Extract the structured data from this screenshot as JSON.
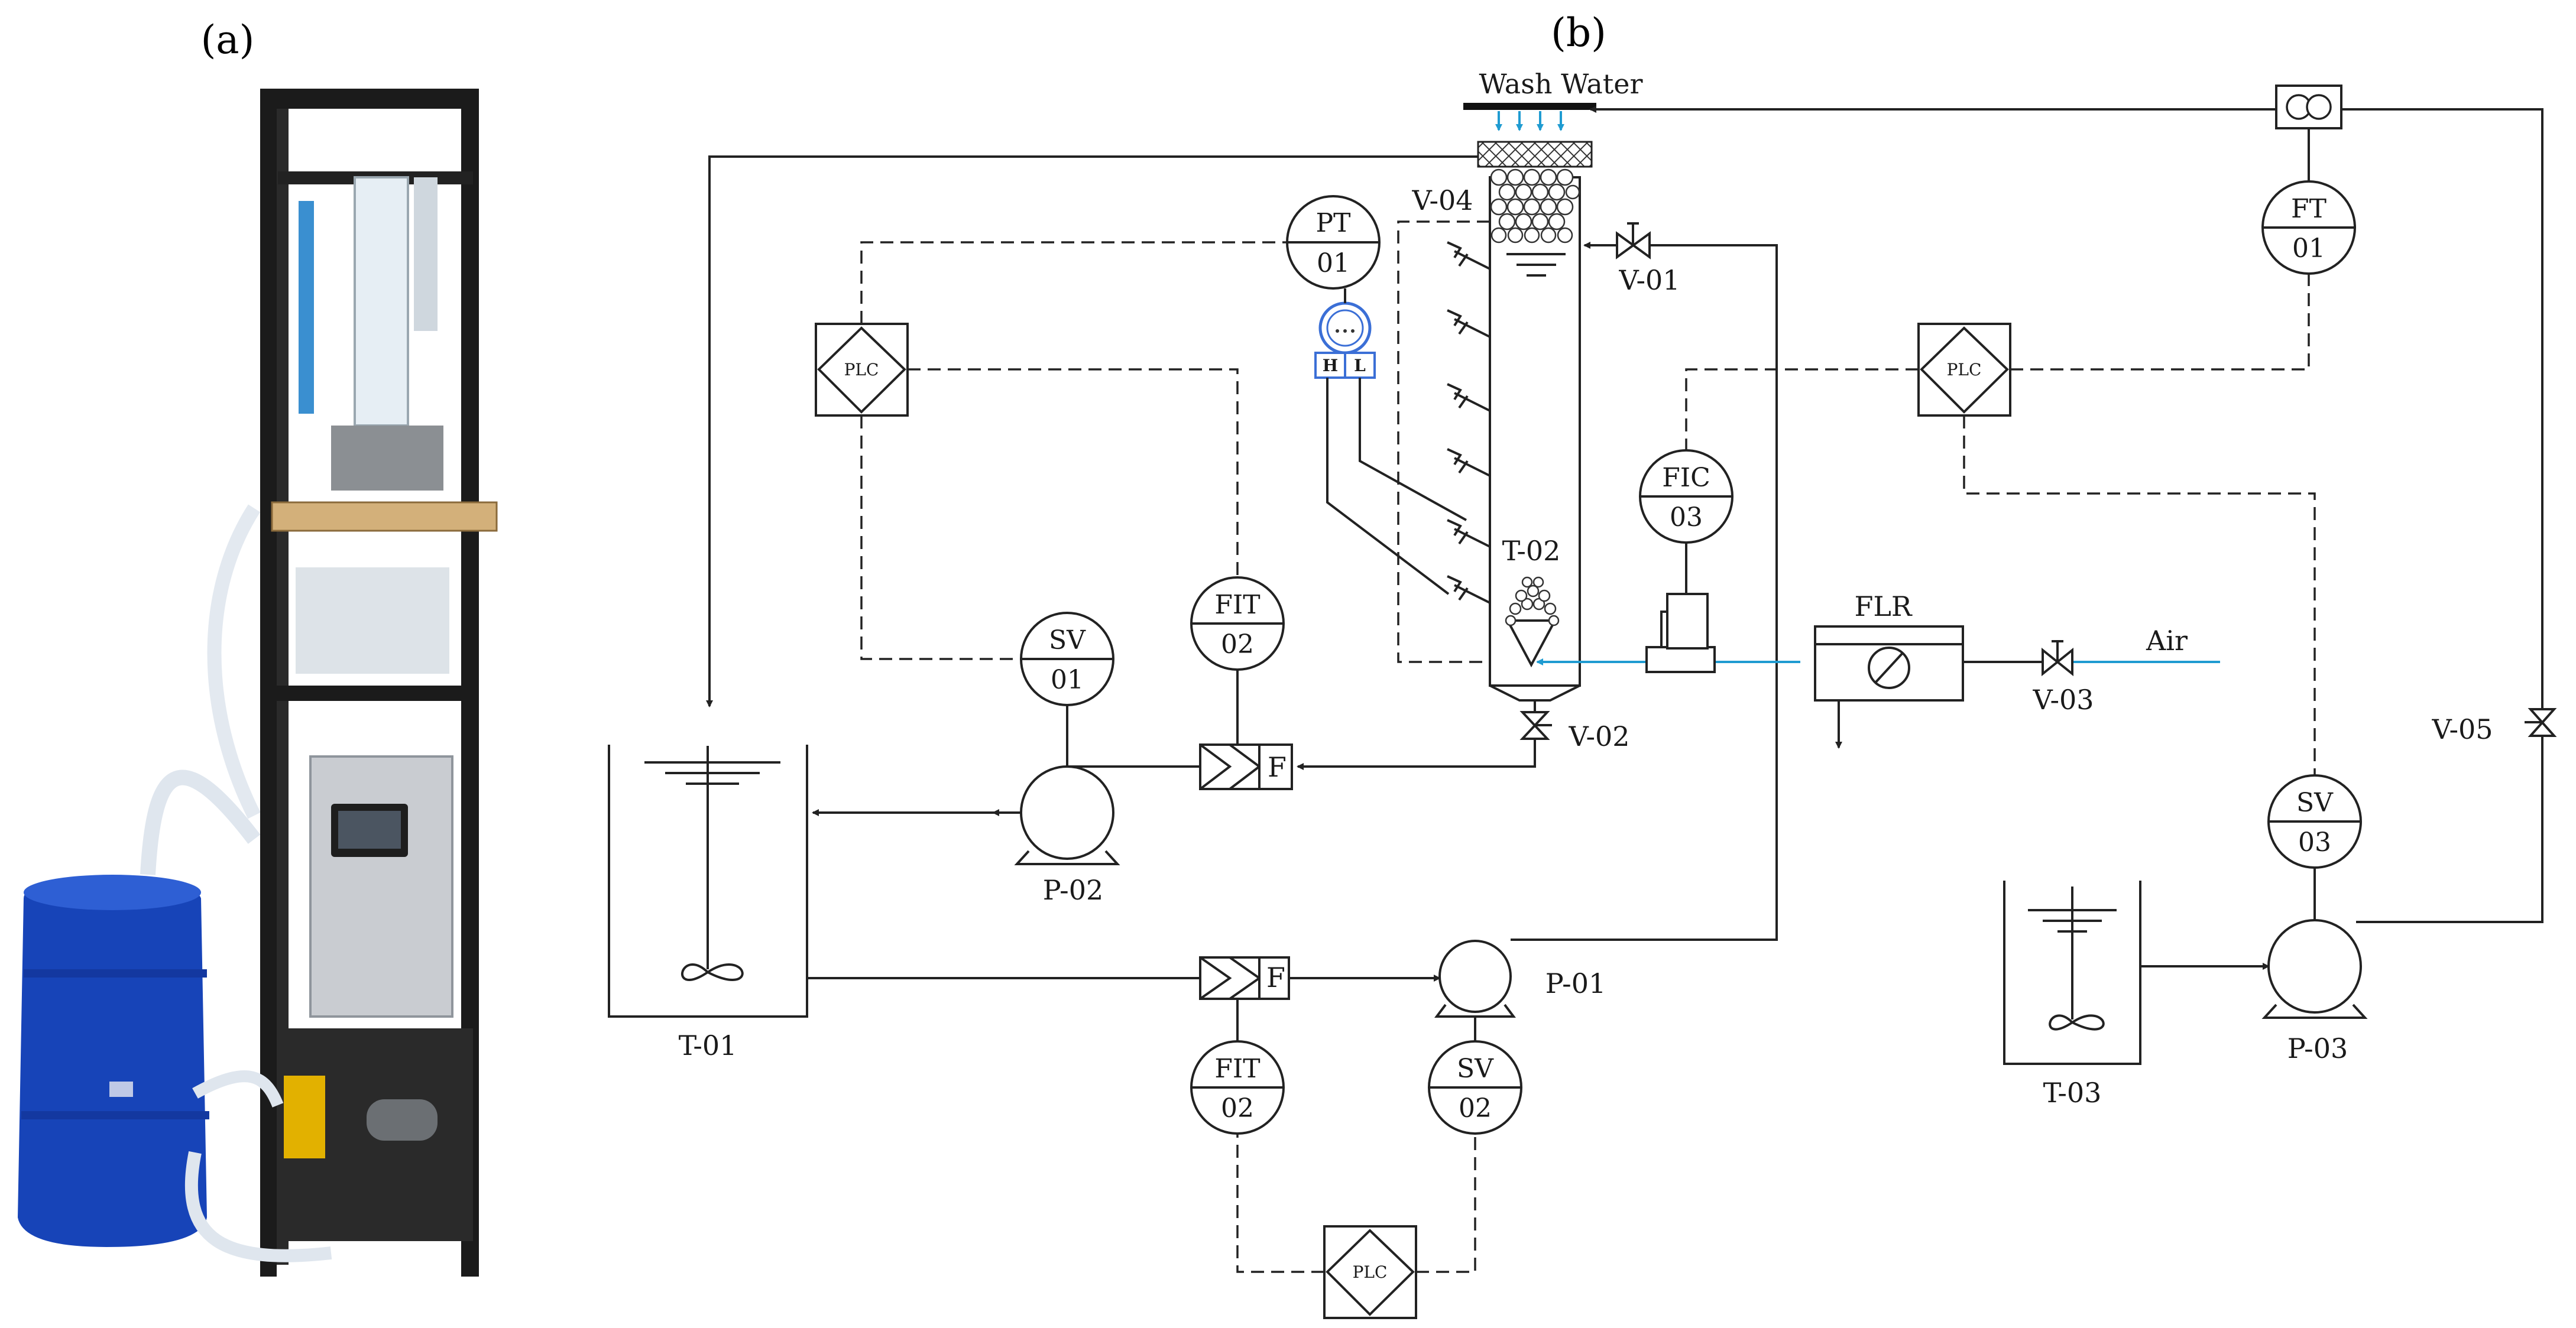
{
  "panels": {
    "a": "(a)",
    "b": "(b)"
  },
  "labels": {
    "wash_water": "Wash Water",
    "air": "Air",
    "flr": "FLR",
    "t01": "T-01",
    "t02": "T-02",
    "t03": "T-03",
    "p01": "P-01",
    "p02": "P-02",
    "p03": "P-03",
    "v01": "V-01",
    "v02": "V-02",
    "v03": "V-03",
    "v04": "V-04",
    "v05": "V-05",
    "f": "F",
    "gauge_h": "H",
    "gauge_l": "L"
  },
  "instruments": {
    "pt01": {
      "top": "PT",
      "bottom": "01"
    },
    "ft01": {
      "top": "FT",
      "bottom": "01"
    },
    "fic03": {
      "top": "FIC",
      "bottom": "03"
    },
    "fit02a": {
      "top": "FIT",
      "bottom": "02"
    },
    "fit02b": {
      "top": "FIT",
      "bottom": "02"
    },
    "sv01": {
      "top": "SV",
      "bottom": "01"
    },
    "sv02": {
      "top": "SV",
      "bottom": "02"
    },
    "sv03": {
      "top": "SV",
      "bottom": "03"
    }
  },
  "plc": {
    "left": "PLC",
    "right": "PLC",
    "bottom": "PLC"
  },
  "colors": {
    "air_line": "#1f9bd1",
    "barrel": "#1744b8",
    "frame": "#1b1b1b",
    "cabinet": "#c9ccd1"
  }
}
